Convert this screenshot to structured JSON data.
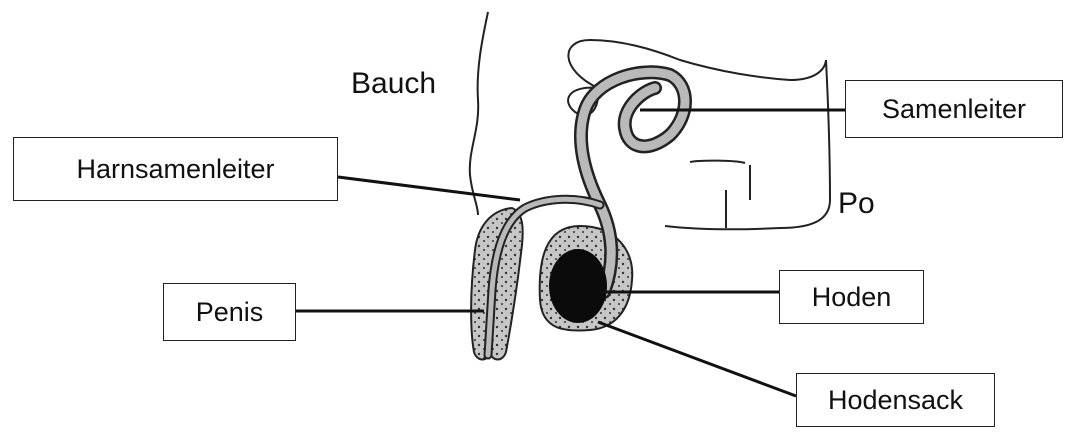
{
  "labels": {
    "bauch": "Bauch",
    "po": "Po",
    "samenleiter": "Samenleiter",
    "harnsamenleiter": "Harnsamenleiter",
    "penis": "Penis",
    "hoden": "Hoden",
    "hodensack": "Hodensack"
  },
  "colors": {
    "line": "#111111",
    "organ_fill": "#b9b9b9",
    "stipple_fill": "#c4c4c4",
    "testis": "#0b0b0b"
  }
}
